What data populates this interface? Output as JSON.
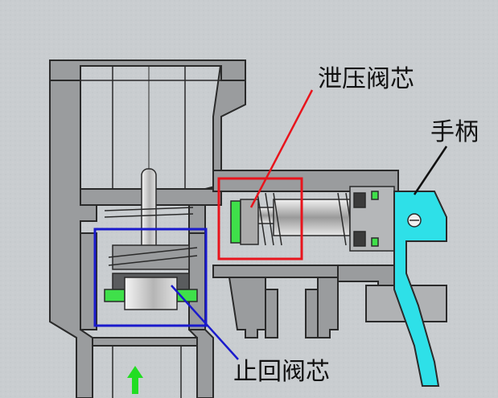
{
  "labels": {
    "relief_valve_core": "泄压阀芯",
    "handle": "手柄",
    "check_valve_core": "止回阀芯"
  },
  "colors": {
    "background": "#c9cdd0",
    "body_fill": "#9a9c9e",
    "outline": "#2a2a2a",
    "relief_box": "#e8141c",
    "check_box": "#1a1acc",
    "seal_green": "#3fe04a",
    "handle_cyan": "#2ee0e8",
    "flow_arrow": "#22dd22",
    "leader_line": "#111111"
  },
  "icons": {
    "flow_arrow": "arrow-up-icon"
  }
}
